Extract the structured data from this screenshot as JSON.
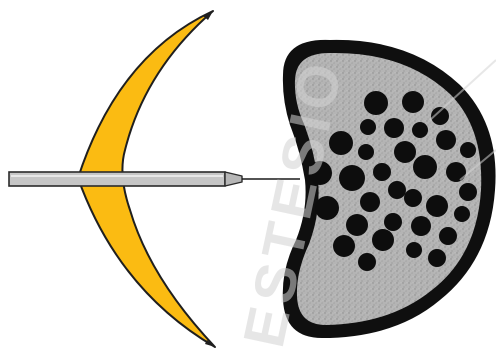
{
  "watermark": {
    "text": "ESTESIO",
    "color": "#d3d3d3"
  },
  "colors": {
    "background": "#ffffff",
    "outline": "#0f0f0f",
    "lens_fill": "#fbbb12",
    "lens_edge": "#1f1f1f",
    "rod_fill": "#c6c6c6",
    "rod_edge": "#2a2a2a",
    "tissue_fill": "#b4b4b4",
    "tissue_speckle": "#8c8c8c",
    "nucleus_fill": "#0d0d0d"
  },
  "diagram": {
    "components": [
      "crescent-lens",
      "needle-probe",
      "speckled-cell",
      "nuclei"
    ]
  }
}
